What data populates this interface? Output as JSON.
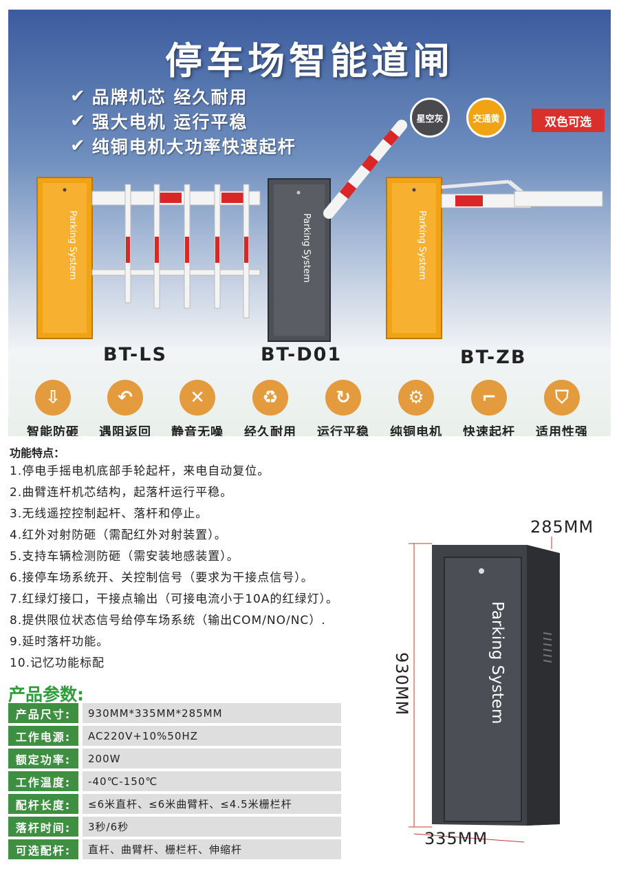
{
  "banner": {
    "title": "停车场智能道闸",
    "features": [
      "品牌机芯  经久耐用",
      "强大电机  运行平稳",
      "纯铜电机大功率快速起杆"
    ],
    "swatches": [
      {
        "label": "星空灰",
        "color": "#4a4a4e"
      },
      {
        "label": "交通黄",
        "color": "#f2a313"
      }
    ],
    "dual_color": "双色可选",
    "cabinet_text": "Parking System",
    "models": [
      "BT-LS",
      "BT-D01",
      "BT-ZB"
    ],
    "icons": [
      {
        "icon": "shield-down-icon",
        "label": "智能防砸"
      },
      {
        "icon": "return-arrow-icon",
        "label": "遇阻返回"
      },
      {
        "icon": "mute-icon",
        "label": "静音无噪"
      },
      {
        "icon": "recycle-icon",
        "label": "经久耐用"
      },
      {
        "icon": "refresh-icon",
        "label": "运行平稳"
      },
      {
        "icon": "motor-icon",
        "label": "纯铜电机"
      },
      {
        "icon": "barrier-arm-icon",
        "label": "快速起杆"
      },
      {
        "icon": "shield-icon",
        "label": "适用性强"
      }
    ]
  },
  "features_section": {
    "title": "功能特点：",
    "items": [
      "1.停电手摇电机底部手轮起杆，来电自动复位。",
      "2.曲臂连杆机芯结构，起落杆运行平稳。",
      "3.无线遥控控制起杆、落杆和停止。",
      "4.红外对射防砸（需配红外对射装置）。",
      "5.支持车辆检测防砸（需安装地感装置）。",
      "6.接停车场系统开、关控制信号（要求为干接点信号）。",
      "7.红绿灯接口，干接点输出（可接电流小于10A的红绿灯）。",
      "8.提供限位状态信号给停车场系统（输出COM/NO/NC）.",
      "9.延时落杆功能。",
      "10.记忆功能标配"
    ]
  },
  "params": {
    "title": "产品参数:",
    "rows": [
      {
        "key": "产品尺寸:",
        "value": "930MM*335MM*285MM"
      },
      {
        "key": "工作电源:",
        "value": "AC220V+10%50HZ"
      },
      {
        "key": "额定功率:",
        "value": "200W"
      },
      {
        "key": "工作温度:",
        "value": "-40℃-150℃"
      },
      {
        "key": "配杆长度:",
        "value": "≤6米直杆、≤6米曲臂杆、≤4.5米栅栏杆"
      },
      {
        "key": "落杆时间:",
        "value": "3秒/6秒"
      },
      {
        "key": "可选配杆:",
        "value": "直杆、曲臂杆、栅栏杆、伸缩杆"
      }
    ]
  },
  "dimensions": {
    "depth": "285MM",
    "height": "930MM",
    "width": "335MM"
  }
}
